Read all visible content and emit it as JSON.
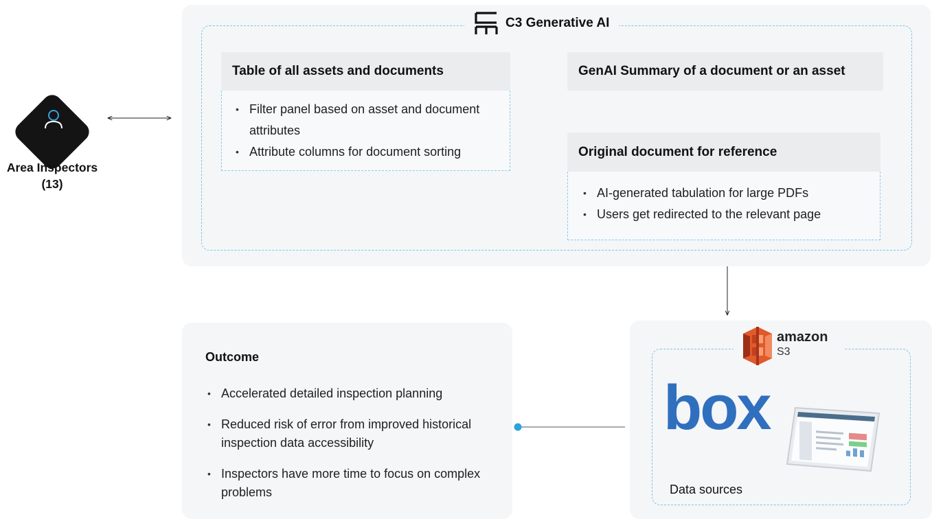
{
  "actor": {
    "label": "Area Inspectors (13)",
    "icon": "user-icon"
  },
  "platform": {
    "brand": "C3 Generative AI",
    "logo_icon": "c3-logo-icon",
    "table_box": {
      "title": "Table of all assets and documents",
      "bullets": [
        "Filter panel based on asset and document attributes",
        "Attribute columns for document sorting"
      ]
    },
    "summary_box": {
      "title": "GenAI Summary of a document or an asset"
    },
    "original_box": {
      "title": "Original document for reference",
      "bullets": [
        "AI-generated tabulation for large PDFs",
        "Users get redirected to the relevant page"
      ]
    }
  },
  "outcome": {
    "title": "Outcome",
    "bullets": [
      "Accelerated detailed inspection planning",
      "Reduced risk of error from improved historical inspection data accessibility",
      "Inspectors have more time to focus on complex problems"
    ]
  },
  "data_sources": {
    "amazon_text": "amazon",
    "s3_text": "S3",
    "box_text": "box",
    "label": "Data sources"
  },
  "colors": {
    "dash": "#7cc6e6",
    "panel": "#f5f6f8",
    "header_fill": "#eaecee",
    "aws_orange": "#e05a2b",
    "box_blue": "#2f6fbe",
    "dot_blue": "#2ba3df"
  }
}
